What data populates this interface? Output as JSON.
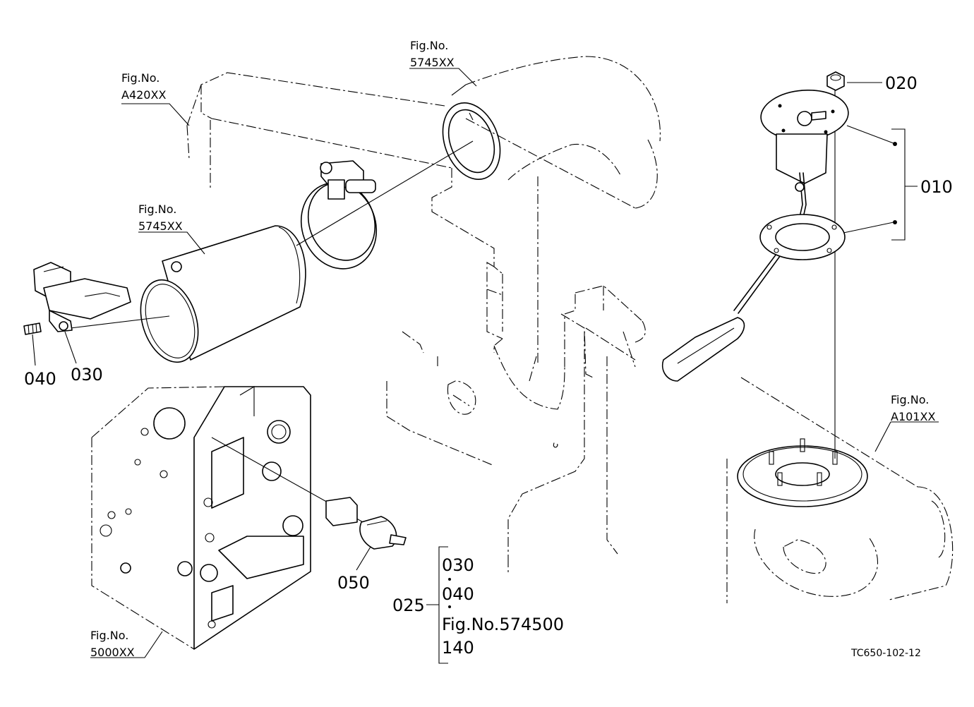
{
  "figure_refs": {
    "a420": {
      "prefix": "Fig.No.",
      "code": "A420XX"
    },
    "t5745_top": {
      "prefix": "Fig.No.",
      "code": "5745XX"
    },
    "t5745_left": {
      "prefix": "Fig.No.",
      "code": "5745XX"
    },
    "a101": {
      "prefix": "Fig.No.",
      "code": "A101XX"
    },
    "t5000": {
      "prefix": "Fig.No.",
      "code": "5000XX"
    }
  },
  "parts": {
    "p010": "010",
    "p020": "020",
    "p030": "030",
    "p040": "040",
    "p050": "050"
  },
  "kit": {
    "number": "025",
    "items": [
      "030",
      "040",
      "Fig.No.574500",
      "140"
    ]
  },
  "drawing_code": "TC650-102-12"
}
